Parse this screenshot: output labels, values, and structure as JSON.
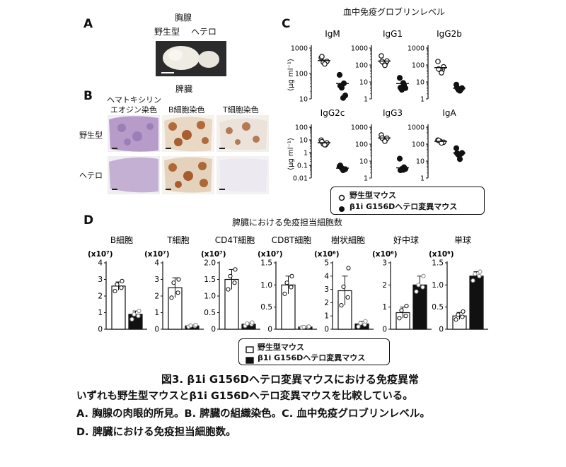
{
  "panelA": {
    "letter": "A",
    "title": "胸腺",
    "wt_label": "野生型",
    "het_label": "ヘテロ"
  },
  "panelB": {
    "letter": "B",
    "title": "脾臓",
    "col_he_line1": "ヘマトキシリン",
    "col_he_line2": "エオジン染色",
    "col_b": "B細胞染色",
    "col_t": "T細胞染色",
    "row_wt": "野生型",
    "row_het": "ヘテロ"
  },
  "panelC": {
    "letter": "C",
    "title": "血中免疫グロブリンレベル",
    "ylabel": "(μg ml⁻¹)",
    "legend_wt": "野生型マウス",
    "legend_het": "β1i G156Dヘテロ変異マウス"
  },
  "panelD": {
    "letter": "D",
    "title": "脾臓における免疫担当細胞数",
    "legend_wt": "野生型マウス",
    "legend_het": "β1i G156Dヘテロ変異マウス"
  },
  "chart_data": [
    {
      "type": "scatter",
      "title": "IgM",
      "yscale": "log",
      "ylim": [
        10,
        1000
      ],
      "ticks": [
        "1000",
        "100",
        "10"
      ],
      "series": [
        {
          "name": "野生型マウス",
          "values": [
            380,
            300,
            250,
            330,
            420,
            260
          ],
          "mean": 320
        },
        {
          "name": "β1i G156Dヘテロ変異マウス",
          "values": [
            80,
            45,
            25,
            15,
            30,
            12
          ],
          "mean": 40
        }
      ]
    },
    {
      "type": "scatter",
      "title": "IgG1",
      "yscale": "log",
      "ylim": [
        1,
        1000
      ],
      "ticks": [
        "1000",
        "100",
        "10",
        "1"
      ],
      "series": [
        {
          "name": "野生型マウス",
          "values": [
            300,
            150,
            120,
            200,
            140,
            110
          ],
          "mean": 170
        },
        {
          "name": "β1i G156Dヘテロ変異マウス",
          "values": [
            15,
            8,
            3,
            5,
            4,
            10
          ],
          "mean": 8
        }
      ]
    },
    {
      "type": "scatter",
      "title": "IgG2b",
      "yscale": "log",
      "ylim": [
        1,
        1000
      ],
      "ticks": [
        "1000",
        "100",
        "10",
        "1"
      ],
      "series": [
        {
          "name": "野生型マウス",
          "values": [
            140,
            60,
            45,
            90,
            50,
            40
          ],
          "mean": 70
        },
        {
          "name": "β1i G156Dヘテロ変異マウス",
          "values": [
            6,
            4,
            3,
            5,
            4,
            3.5
          ],
          "mean": 4.3
        }
      ]
    },
    {
      "type": "scatter",
      "title": "IgG2c",
      "yscale": "log",
      "ylim": [
        0.01,
        100
      ],
      "ticks": [
        "100",
        "10",
        "1",
        "0.1",
        "0.01"
      ],
      "series": [
        {
          "name": "野生型マウス",
          "values": [
            8,
            5,
            4,
            7,
            6,
            5
          ],
          "mean": 6
        },
        {
          "name": "β1i G156Dヘテロ変異マウス",
          "values": [
            0.07,
            0.06,
            0.05,
            0.06,
            0.08,
            0.05
          ],
          "mean": 0.06
        }
      ]
    },
    {
      "type": "scatter",
      "title": "IgG3",
      "yscale": "log",
      "ylim": [
        1,
        1000
      ],
      "ticks": [
        "1000",
        "100",
        "10",
        "1"
      ],
      "series": [
        {
          "name": "野生型マウス",
          "values": [
            300,
            220,
            180,
            260,
            200,
            170
          ],
          "mean": 230
        },
        {
          "name": "β1i G156Dヘテロ変異マウス",
          "values": [
            12,
            5,
            3,
            4,
            2.5,
            3.5
          ],
          "mean": 4
        }
      ]
    },
    {
      "type": "scatter",
      "title": "IgA",
      "yscale": "log",
      "ylim": [
        1,
        1000
      ],
      "ticks": [
        "1000",
        "100",
        "10",
        "1"
      ],
      "series": [
        {
          "name": "野生型マウス",
          "values": [
            150,
            140,
            130,
            150,
            145,
            135
          ],
          "mean": 145
        },
        {
          "name": "β1i G156Dヘテロ変異マウス",
          "values": [
            50,
            30,
            20,
            35,
            25,
            15
          ],
          "mean": 30
        }
      ]
    },
    {
      "type": "bar",
      "title": "B細胞",
      "unit": "(x10⁷)",
      "ylim": [
        0,
        4
      ],
      "ticks": [
        "4",
        "3",
        "2",
        "1",
        "0"
      ],
      "categories": [
        "野生型マウス",
        "β1i G156Dヘテロ変異マウス"
      ],
      "values": [
        2.6,
        0.9
      ],
      "errors": [
        0.25,
        0.2
      ],
      "points": [
        [
          2.3,
          2.5,
          2.7,
          2.9
        ],
        [
          0.6,
          0.8,
          0.9,
          1.1
        ]
      ]
    },
    {
      "type": "bar",
      "title": "T細胞",
      "unit": "(x10⁷)",
      "ylim": [
        0,
        4
      ],
      "ticks": [
        "4",
        "3",
        "2",
        "1",
        "0"
      ],
      "categories": [
        "野生型マウス",
        "β1i G156Dヘテロ変異マウス"
      ],
      "values": [
        2.5,
        0.2
      ],
      "errors": [
        0.6,
        0.05
      ],
      "points": [
        [
          1.9,
          2.2,
          2.8,
          3.0
        ],
        [
          0.15,
          0.2,
          0.22,
          0.25
        ]
      ]
    },
    {
      "type": "bar",
      "title": "CD4T細胞",
      "unit": "(x10⁷)",
      "ylim": [
        0,
        2.0
      ],
      "ticks": [
        "2.0",
        "1.5",
        "1.0",
        "0.5",
        "0"
      ],
      "categories": [
        "野生型マウス",
        "β1i G156Dヘテロ変異マウス"
      ],
      "values": [
        1.5,
        0.15
      ],
      "errors": [
        0.3,
        0.04
      ],
      "points": [
        [
          1.2,
          1.4,
          1.6,
          1.8
        ],
        [
          0.1,
          0.15,
          0.17,
          0.2
        ]
      ]
    },
    {
      "type": "bar",
      "title": "CD8T細胞",
      "unit": "(x10⁷)",
      "ylim": [
        0,
        1.5
      ],
      "ticks": [
        "1.5",
        "1.0",
        "0.5",
        "0"
      ],
      "categories": [
        "野生型マウス",
        "β1i G156Dヘテロ変異マウス"
      ],
      "values": [
        1.0,
        0.05
      ],
      "errors": [
        0.2,
        0.02
      ],
      "points": [
        [
          0.8,
          0.95,
          1.05,
          1.2
        ],
        [
          0.04,
          0.05,
          0.05,
          0.06
        ]
      ]
    },
    {
      "type": "bar",
      "title": "樹状細胞",
      "unit": "(x10⁶)",
      "ylim": [
        0,
        5
      ],
      "ticks": [
        "5",
        "4",
        "3",
        "2",
        "1",
        "0"
      ],
      "categories": [
        "野生型マウス",
        "β1i G156Dヘテロ変異マウス"
      ],
      "values": [
        2.9,
        0.4
      ],
      "errors": [
        1.1,
        0.2
      ],
      "points": [
        [
          1.8,
          2.4,
          3.2,
          4.6
        ],
        [
          0.2,
          0.35,
          0.45,
          0.6
        ]
      ]
    },
    {
      "type": "bar",
      "title": "好中球",
      "unit": "(x10⁶)",
      "ylim": [
        0,
        3
      ],
      "ticks": [
        "3",
        "2",
        "1",
        "0"
      ],
      "categories": [
        "野生型マウス",
        "β1i G156Dヘテロ変異マウス"
      ],
      "values": [
        0.75,
        2.0
      ],
      "errors": [
        0.25,
        0.4
      ],
      "points": [
        [
          0.5,
          0.6,
          0.85,
          1.05
        ],
        [
          1.7,
          1.9,
          2.0,
          2.4
        ]
      ]
    },
    {
      "type": "bar",
      "title": "単球",
      "unit": "(x10⁶)",
      "ylim": [
        0,
        1.5
      ],
      "ticks": [
        "1.5",
        "1.0",
        "0.5",
        "0"
      ],
      "categories": [
        "野生型マウス",
        "β1i G156Dヘテロ変異マウス"
      ],
      "values": [
        0.3,
        1.2
      ],
      "errors": [
        0.08,
        0.1
      ],
      "points": [
        [
          0.22,
          0.28,
          0.33,
          0.4
        ],
        [
          1.1,
          1.2,
          1.25,
          1.3
        ]
      ]
    }
  ],
  "caption": {
    "title": "図3. β1i G156Dヘテロ変異マウスにおける免疫異常",
    "line1": "いずれも野生型マウスとβ1i G156Dヘテロ変異マウスを比較している。",
    "line2": "A. 胸腺の肉眼的所見。B. 脾臓の組織染色。C. 血中免疫グロブリンレベル。",
    "line3": "D. 脾臓における免疫担当細胞数。"
  }
}
